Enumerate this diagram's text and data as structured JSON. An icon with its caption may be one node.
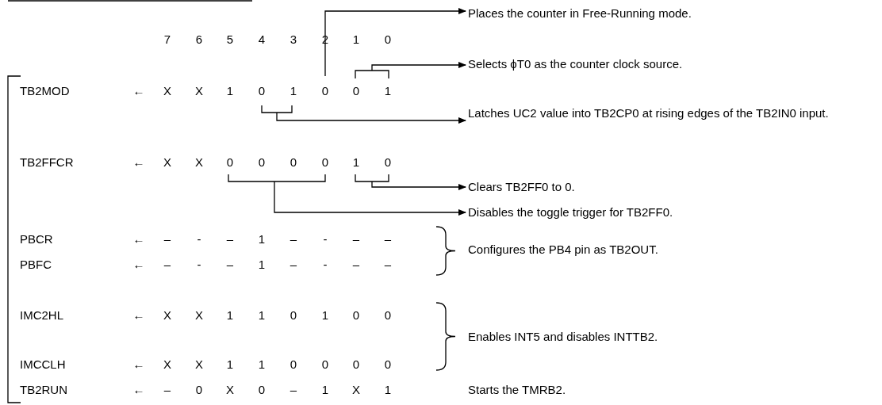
{
  "diagram": {
    "nodes": [
      {
        "text": [
          "Places the counter in Free-Running mode."
        ]
      },
      {
        "text": [
          "Selects ϕT0 as the counter clock source."
        ]
      },
      {
        "text": [
          "Latches UC2 value into TB2CP0 at rising edges of the TB2IN0 input."
        ]
      },
      {
        "text": [
          "Clears TB2FF0 to 0."
        ]
      },
      {
        "text": [
          "Disables the toggle trigger for TB2FF0."
        ]
      }
    ],
    "edges": [
      {
        "from": null,
        "to": 0,
        "arrow": "to"
      },
      {
        "from": null,
        "to": 1,
        "arrow": "to"
      },
      {
        "from": null,
        "to": 2,
        "arrow": "to"
      },
      {
        "from": null,
        "to": 3,
        "arrow": "to"
      },
      {
        "from": null,
        "to": 4,
        "arrow": "to"
      }
    ],
    "labels": [
      "7",
      "6",
      "5",
      "4",
      "3",
      "2",
      "1",
      "0",
      "TB2MOD",
      "←",
      "X",
      "X",
      "1",
      "0",
      "1",
      "0",
      "0",
      "1",
      "TB2FFCR",
      "←",
      "X",
      "X",
      "0",
      "0",
      "0",
      "0",
      "1",
      "0",
      "PBCR",
      "←",
      "–",
      "-",
      "–",
      "1",
      "–",
      "-",
      "–",
      "–",
      "Configures the PB4 pin as TB2OUT.",
      "PBFC",
      "←",
      "–",
      "-",
      "–",
      "1",
      "–",
      "-",
      "–",
      "–",
      "IMC2HL",
      "←",
      "X",
      "X",
      "1",
      "1",
      "0",
      "1",
      "0",
      "0",
      "Enables INT5 and disables INTTB2.",
      "IMCCLH",
      "←",
      "X",
      "X",
      "1",
      "1",
      "0",
      "0",
      "0",
      "0",
      "TB2RUN",
      "←",
      "–",
      "0",
      "X",
      "0",
      "–",
      "1",
      "X",
      "1",
      "Starts the TMRB2."
    ]
  }
}
